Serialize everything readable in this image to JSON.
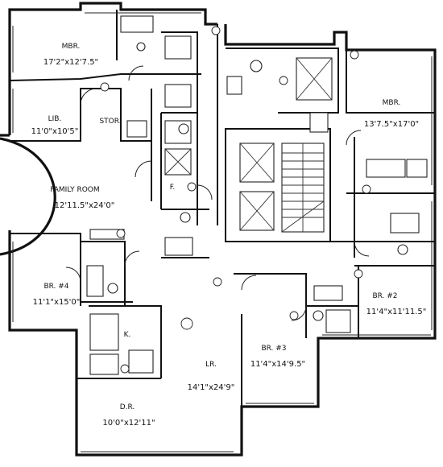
{
  "rooms": [
    {
      "key": "mbr_top",
      "name": "MBR.",
      "dims": "17'2\"x12'7.5\""
    },
    {
      "key": "lib",
      "name": "LIB.",
      "dims": "11'0\"x10'5\""
    },
    {
      "key": "stor",
      "name": "STOR.",
      "dims": ""
    },
    {
      "key": "mbr_right",
      "name": "MBR.",
      "dims": "13'7.5\"x17'0\""
    },
    {
      "key": "family",
      "name": "FAMILY ROOM",
      "dims": "12'11.5\"x24'0\""
    },
    {
      "key": "br4",
      "name": "BR. #4",
      "dims": "11'1\"x15'0\""
    },
    {
      "key": "br2",
      "name": "BR. #2",
      "dims": "11'4\"x11'11.5\""
    },
    {
      "key": "br3",
      "name": "BR. #3",
      "dims": "11'4\"x14'9.5\""
    },
    {
      "key": "lr",
      "name": "LR.",
      "dims": "14'1\"x24'9\""
    },
    {
      "key": "dr",
      "name": "D.R.",
      "dims": "10'0\"x12'11\""
    },
    {
      "key": "kitchen",
      "name": "K.",
      "dims": ""
    },
    {
      "key": "foyer",
      "name": "F.",
      "dims": ""
    }
  ]
}
